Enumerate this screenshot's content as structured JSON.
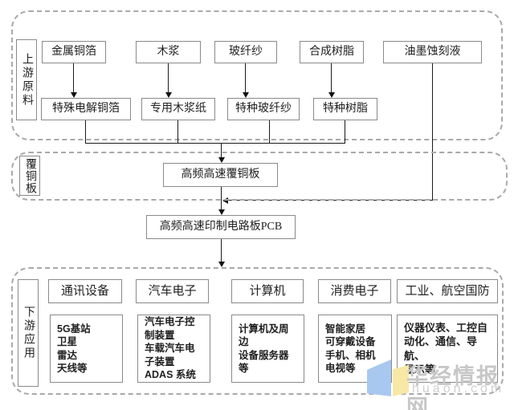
{
  "regions": {
    "upstream": {
      "label": "上游原料",
      "chains": [
        {
          "source": "金属铜箔",
          "refined": "特殊电解铜箔"
        },
        {
          "source": "木浆",
          "refined": "专用木浆纸"
        },
        {
          "source": "玻纤纱",
          "refined": "特种玻纤纱"
        },
        {
          "source": "合成树脂",
          "refined": "特种树脂"
        }
      ],
      "extra_source": "油墨蚀刻液"
    },
    "ccl": {
      "label": "覆铜板",
      "product": "高频高速覆铜板"
    },
    "pcb": {
      "product": "高频高速印制电路板PCB"
    },
    "downstream": {
      "label": "下游应用",
      "columns": [
        {
          "title": "通讯设备",
          "items": "5G基站\n卫星\n雷达\n天线等"
        },
        {
          "title": "汽车电子",
          "items": "汽车电子控\n制装置\n车载汽车电\n子装置\nADAS 系统"
        },
        {
          "title": "计算机",
          "items": "计算机及周\n边\n设备服务器\n等"
        },
        {
          "title": "消费电子",
          "items": "智能家居\n可穿戴设备\n手机、相机\n电视等"
        },
        {
          "title": "工业、航空国防",
          "items": "仪器仪表、工控自\n动化、通信、导航、\n显示等"
        }
      ]
    }
  },
  "watermark": {
    "name": "华经情报网",
    "url": "huaon.com"
  },
  "colors": {
    "box_border": "#8a8a8a",
    "dashed_border": "#a9a9a9",
    "line": "#1a1a1a",
    "watermark_text": "#c7c7c7",
    "logo_blue": "#a9c8f0",
    "logo_yellow": "#f7e8a6"
  }
}
